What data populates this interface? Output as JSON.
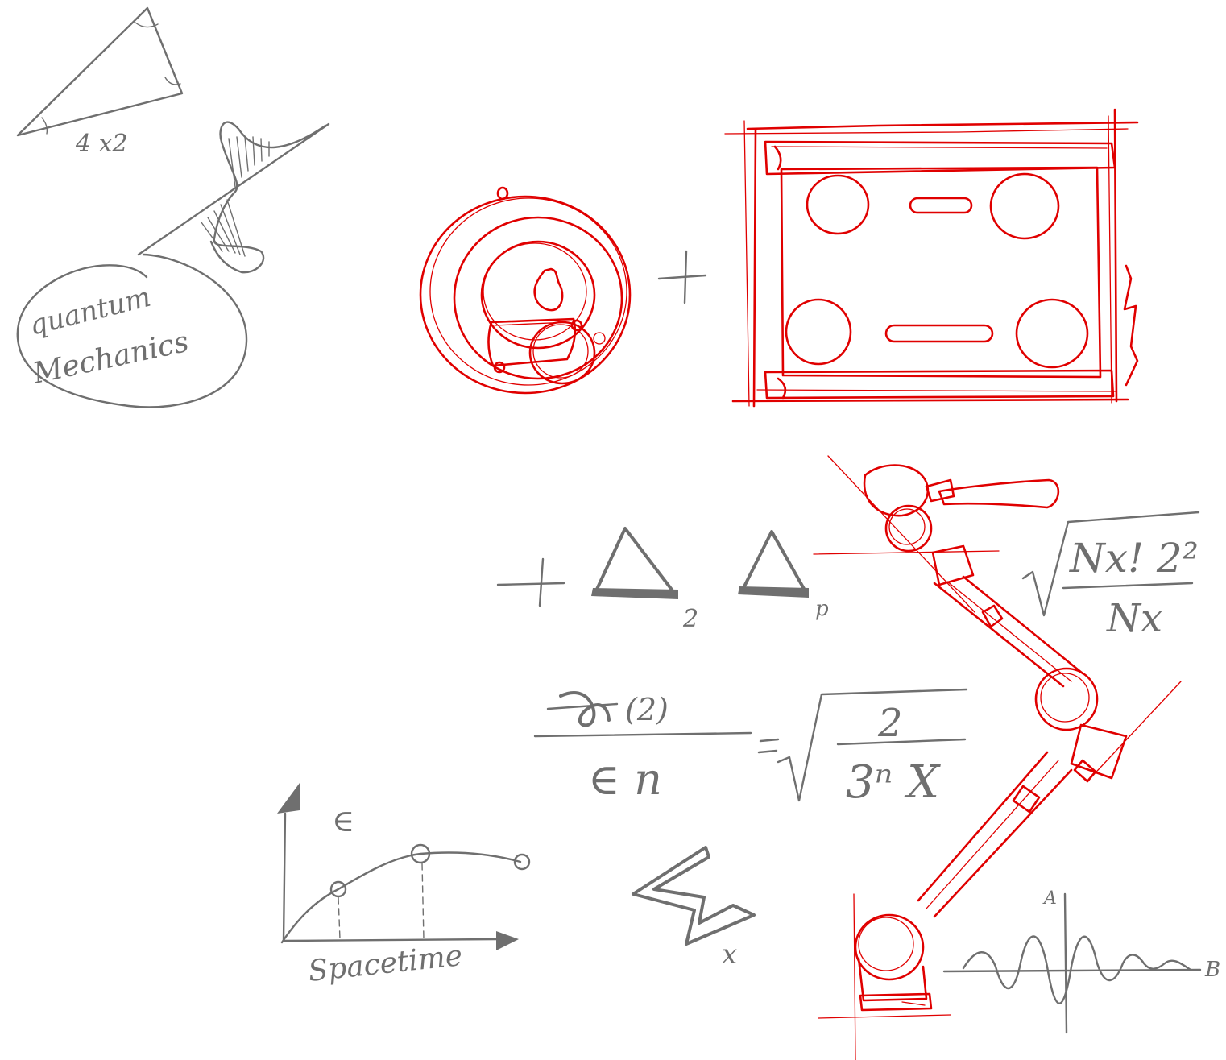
{
  "colors": {
    "ink_gray": "#6f6f6f",
    "ink_red": "#e00000",
    "paper": "#ffffff"
  },
  "labels": {
    "angle_note": "4 x2",
    "quantum_line1": "quantum",
    "quantum_line2": "Mechanics",
    "delta_sub_1": "2",
    "delta_sub_2": "p",
    "sqrt_num": "Nx! 2²",
    "sqrt_den": "Nx",
    "frac_num": "(2)",
    "frac_den": "∈ n",
    "rhs_num": "2",
    "rhs_den": "3ⁿ X",
    "graph_epsilon": "∈",
    "graph_xaxis": "Spacetime",
    "zig_sub": "x",
    "wave_axis_a": "A",
    "wave_axis_b": "B"
  }
}
